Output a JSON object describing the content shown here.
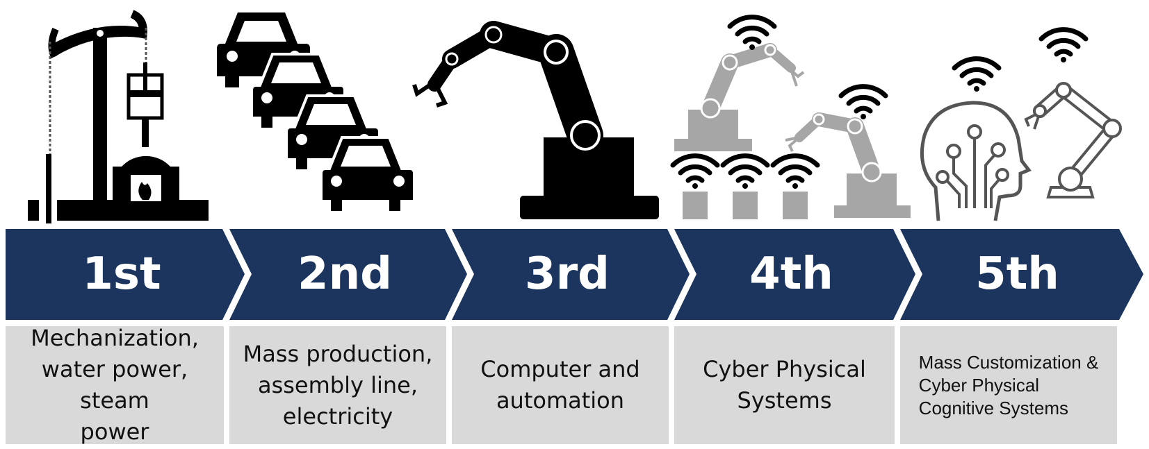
{
  "stages": [
    {
      "label": "1st",
      "description": "Mechanization,\nwater power, steam\npower",
      "icon": "oil-pump-steam-engine-icon"
    },
    {
      "label": "2nd",
      "description": "Mass production,\nassembly line,\nelectricity",
      "icon": "cars-assembly-line-icon"
    },
    {
      "label": "3rd",
      "description": "Computer and\nautomation",
      "icon": "robot-arm-icon"
    },
    {
      "label": "4th",
      "description": "Cyber Physical\nSystems",
      "icon": "wireless-robots-icon"
    },
    {
      "label": "5th",
      "description": "Mass Customization &\nCyber Physical\nCognitive Systems",
      "icon": "ai-brain-robot-icon"
    }
  ],
  "colors": {
    "chevron": "#1b355e",
    "chevron_text": "#ffffff",
    "box": "#d9d9d9",
    "box_text": "#111111",
    "icon_dark": "#000000",
    "icon_gray": "#a6a6a6",
    "icon_outline": "#555555"
  }
}
